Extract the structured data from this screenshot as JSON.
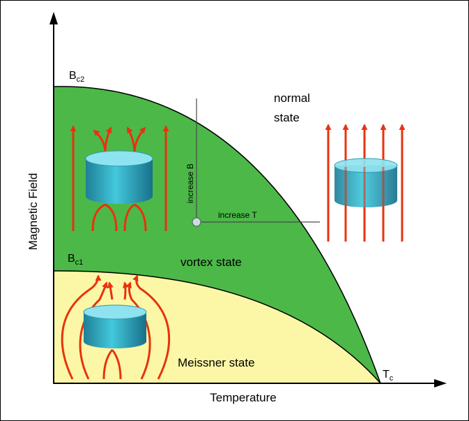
{
  "axes": {
    "y_label": "Magnetic Field",
    "x_label": "Temperature"
  },
  "labels": {
    "bc2_main": "B",
    "bc2_sub": "c2",
    "bc1_main": "B",
    "bc1_sub": "c1",
    "tc_main": "T",
    "tc_sub": "c",
    "normal_line1": "normal",
    "normal_line2": "state",
    "vortex": "vortex state",
    "meissner": "Meissner state",
    "increase_b": "increase B",
    "increase_t": "increase T"
  },
  "colors": {
    "vortex_region": "#4cb848",
    "meissner_region": "#fbf7a6",
    "field_lines": "#e8320f",
    "cylinder": "#2cb4c8",
    "marker": "#c8dde2"
  }
}
